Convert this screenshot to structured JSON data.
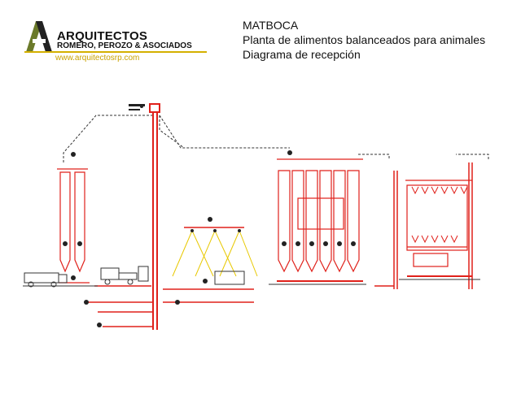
{
  "logo": {
    "line1": "ARQUITECTOS",
    "line2": "ROMERO, PEROZO & ASOCIADOS",
    "url": "www.arquitectosrp.com",
    "colors": {
      "accent": "#d4b000",
      "mark_dark": "#222222",
      "mark_olive": "#6b7a2a"
    }
  },
  "title": {
    "project": "MATBOCA",
    "subtitle": "Planta de alimentos balanceados para animales",
    "drawing": "Diagrama de recepción"
  },
  "diagram": {
    "colors": {
      "process_line": "#e0201a",
      "dashed_route": "#333333",
      "hopper_cone": "#e8c800",
      "equipment": "#333333"
    },
    "elements": [
      "truck-left",
      "twin-silos-left",
      "bucket-elevator",
      "receiving-truck",
      "conveyor-bench",
      "yellow-hopper-cones",
      "silo-bank-center",
      "silo-bank-right",
      "right-elevator"
    ]
  }
}
